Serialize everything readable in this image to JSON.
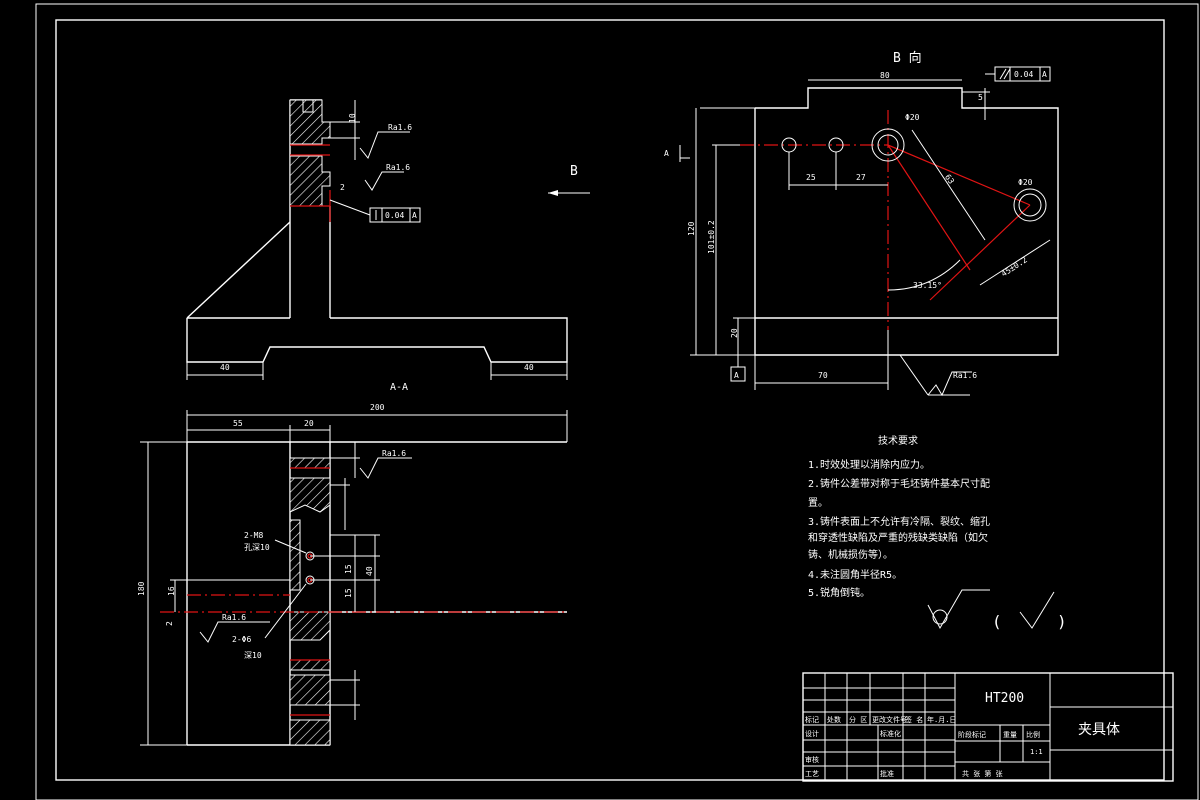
{
  "drawing": {
    "view_b_label": "B 向",
    "view_section_label": "A-A",
    "arrow_label": "B",
    "section_mark": "A",
    "datum": "A"
  },
  "front_view": {
    "dims": {
      "left": "40",
      "right": "40",
      "slot": "10",
      "flatness": "0.04",
      "step": "2"
    },
    "roughness_1": "Ra1.6",
    "roughness_2": "Ra1.6"
  },
  "section_view": {
    "dims": {
      "overall_width": "200",
      "left": "55",
      "web": "20",
      "height": "180",
      "h16": "16",
      "h2": "2",
      "h15a": "15",
      "h15b": "15",
      "h40": "40",
      "d1": "2-M8",
      "d2": "2-Φ6",
      "depth1": "孔深10",
      "depth2": "深10"
    },
    "roughness_top": "Ra1.6",
    "roughness_left": "Ra1.6"
  },
  "b_view": {
    "dims": {
      "top": "80",
      "h5": "5",
      "d20a": "Φ20",
      "d20b": "Φ20",
      "x25": "25",
      "x27": "27",
      "d63": "63",
      "d45": "45±0.2",
      "angle": "33.15°",
      "h120": "120",
      "h101": "101±0.2",
      "h20": "20",
      "x70": "70"
    },
    "parallelism": "0.04",
    "roughness": "Ra1.6"
  },
  "tech_requirements": {
    "title": "技术要求",
    "lines": [
      "1.时效处理以消除内应力。",
      "2.铸件公差带对称于毛坯铸件基本尺寸配",
      "置。",
      "3.铸件表面上不允许有冷隔、裂纹、缩孔",
      "和穿透性缺陷及严重的残缺类缺陷（如欠",
      "铸、机械损伤等）。",
      "4.未注圆角半径R5。",
      "5.锐角倒钝。"
    ],
    "paren_open": "(",
    "paren_close": ")"
  },
  "title_block": {
    "material": "HT200",
    "part_name": "夹具体",
    "scale": "1:1",
    "row_labels": [
      "标记",
      "处数",
      "分 区",
      "更改文件号",
      "签 名",
      "年.月.日"
    ],
    "design": "设计",
    "standardize": "标准化",
    "stage_mark": "阶段标记",
    "weight": "重量",
    "ratio": "比例",
    "review": "审核",
    "process": "工艺",
    "approve": "批准",
    "sheets": "共   张 第   张"
  }
}
